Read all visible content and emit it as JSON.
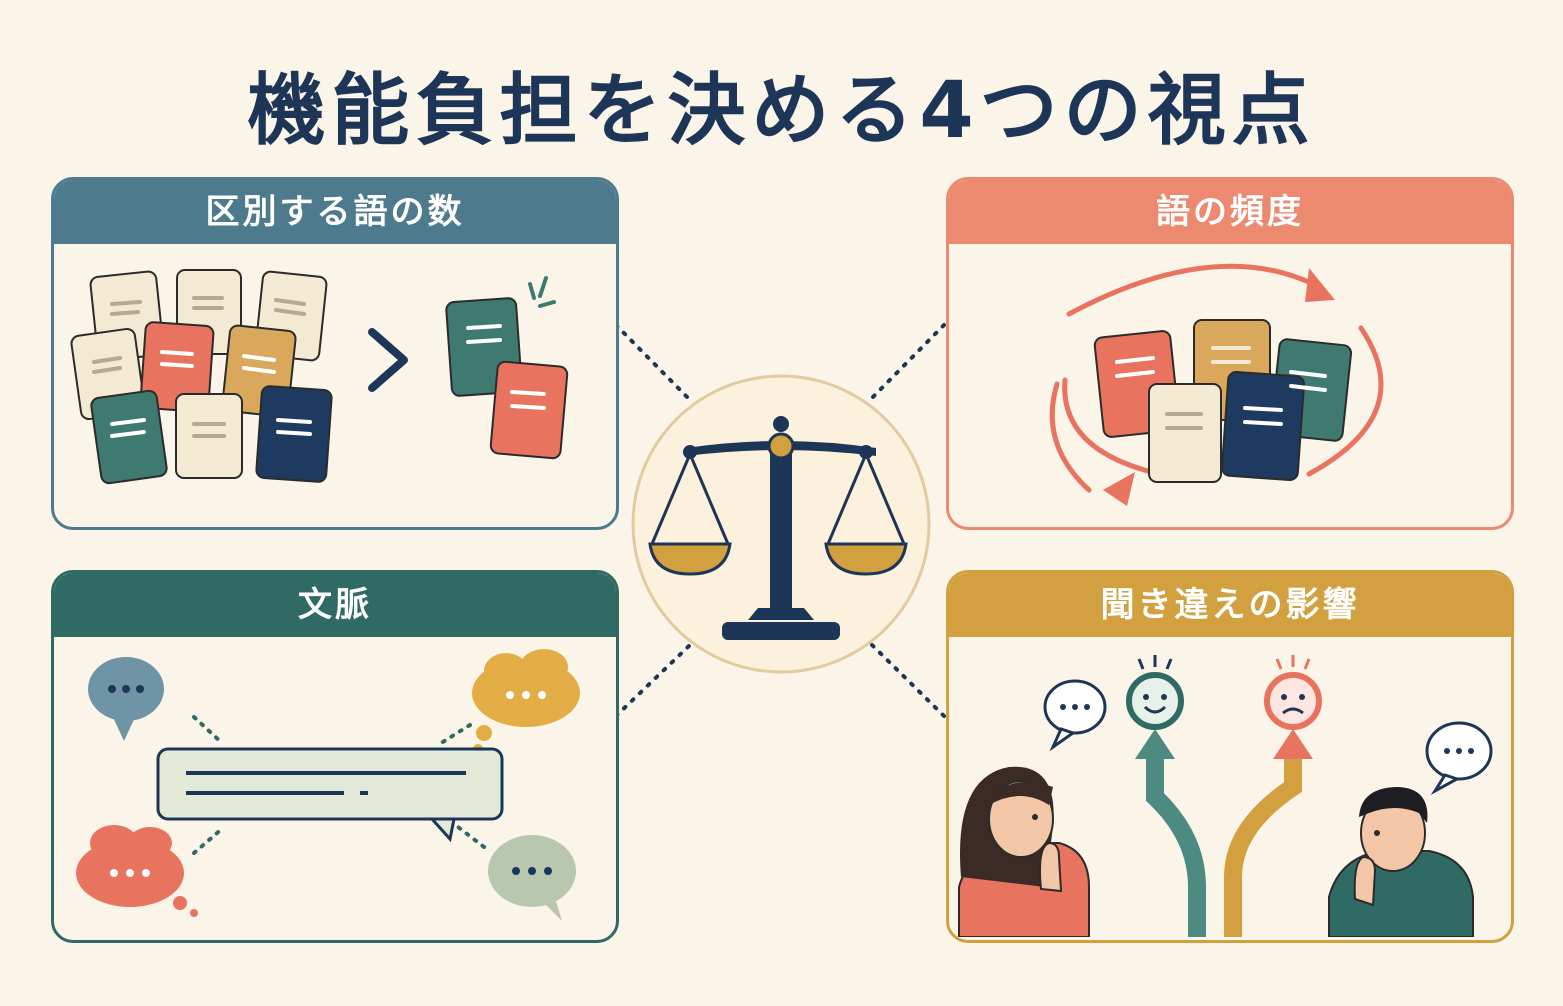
{
  "title": "機能負担を決める4つの視点",
  "center": {
    "icon": "balance-scale-icon"
  },
  "panels": {
    "word_count": {
      "label": "区別する語の数",
      "icons": [
        "many-cards-icon",
        "greater-than-icon",
        "few-cards-icon"
      ]
    },
    "frequency": {
      "label": "語の頻度",
      "icons": [
        "cycle-arrows-icon",
        "cards-icon"
      ]
    },
    "context": {
      "label": "文脈",
      "icons": [
        "speech-bubble-icon",
        "thought-bubble-icon",
        "sentence-bar-icon"
      ]
    },
    "mishearing": {
      "label": "聞き違えの影響",
      "icons": [
        "woman-thinking-icon",
        "man-thinking-icon",
        "happy-face-icon",
        "sad-face-icon",
        "diverging-arrows-icon"
      ]
    }
  },
  "colors": {
    "navy": "#1d3658",
    "teal": "#3f7a70",
    "coral": "#e8735e",
    "gold": "#d3a040",
    "blue_gray": "#4e7a8e",
    "cream": "#f6ecd8"
  }
}
